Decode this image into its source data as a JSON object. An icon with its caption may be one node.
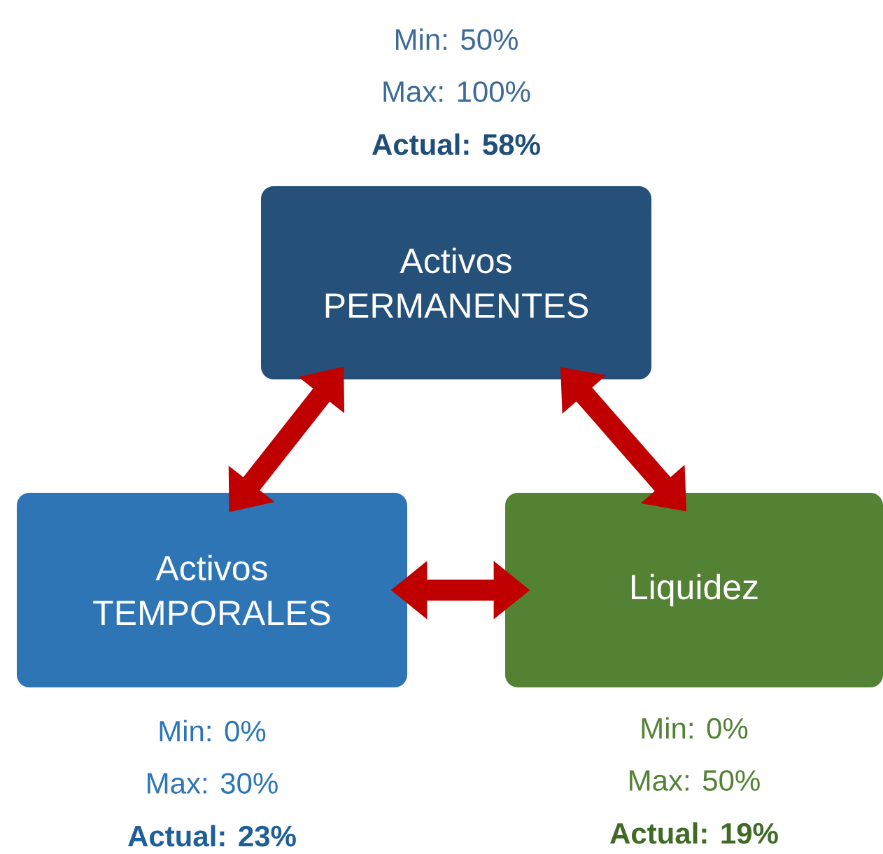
{
  "diagram": {
    "nodes": [
      {
        "text": [
          "Activos PERMANENTES"
        ],
        "beside": [
          "Min: 50%",
          "Max: 100%",
          "Actual: 58%"
        ]
      },
      {
        "text": [
          "Activos TEMPORALES"
        ],
        "beside": [
          "Min: 0%",
          "Max: 30%",
          "Actual: 23%"
        ]
      },
      {
        "text": [
          "Liquidez"
        ],
        "beside": [
          "Min: 0%",
          "Max: 50%",
          "Actual: 19%"
        ]
      }
    ],
    "edges": [
      {
        "from": 0,
        "to": 1,
        "arrow": "both"
      },
      {
        "from": 0,
        "to": 2,
        "arrow": "both"
      },
      {
        "from": 1,
        "to": 2,
        "arrow": "both"
      }
    ]
  }
}
